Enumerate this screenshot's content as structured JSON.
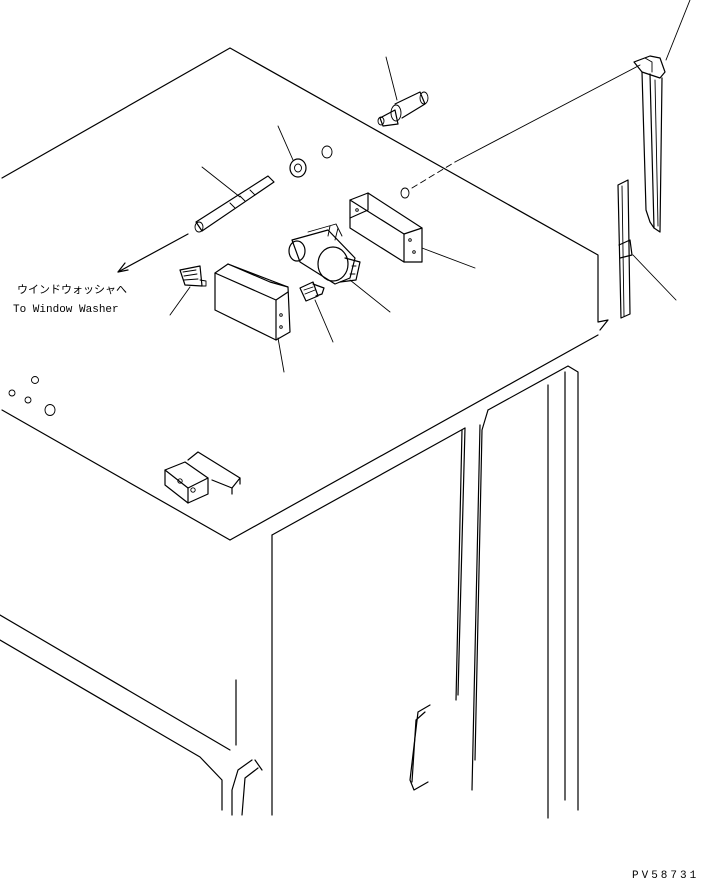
{
  "diagram": {
    "labels": {
      "washer_jp": "ウインドウォッシャへ",
      "washer_en": "To Window Washer"
    },
    "drawing_code": "PV58731"
  }
}
